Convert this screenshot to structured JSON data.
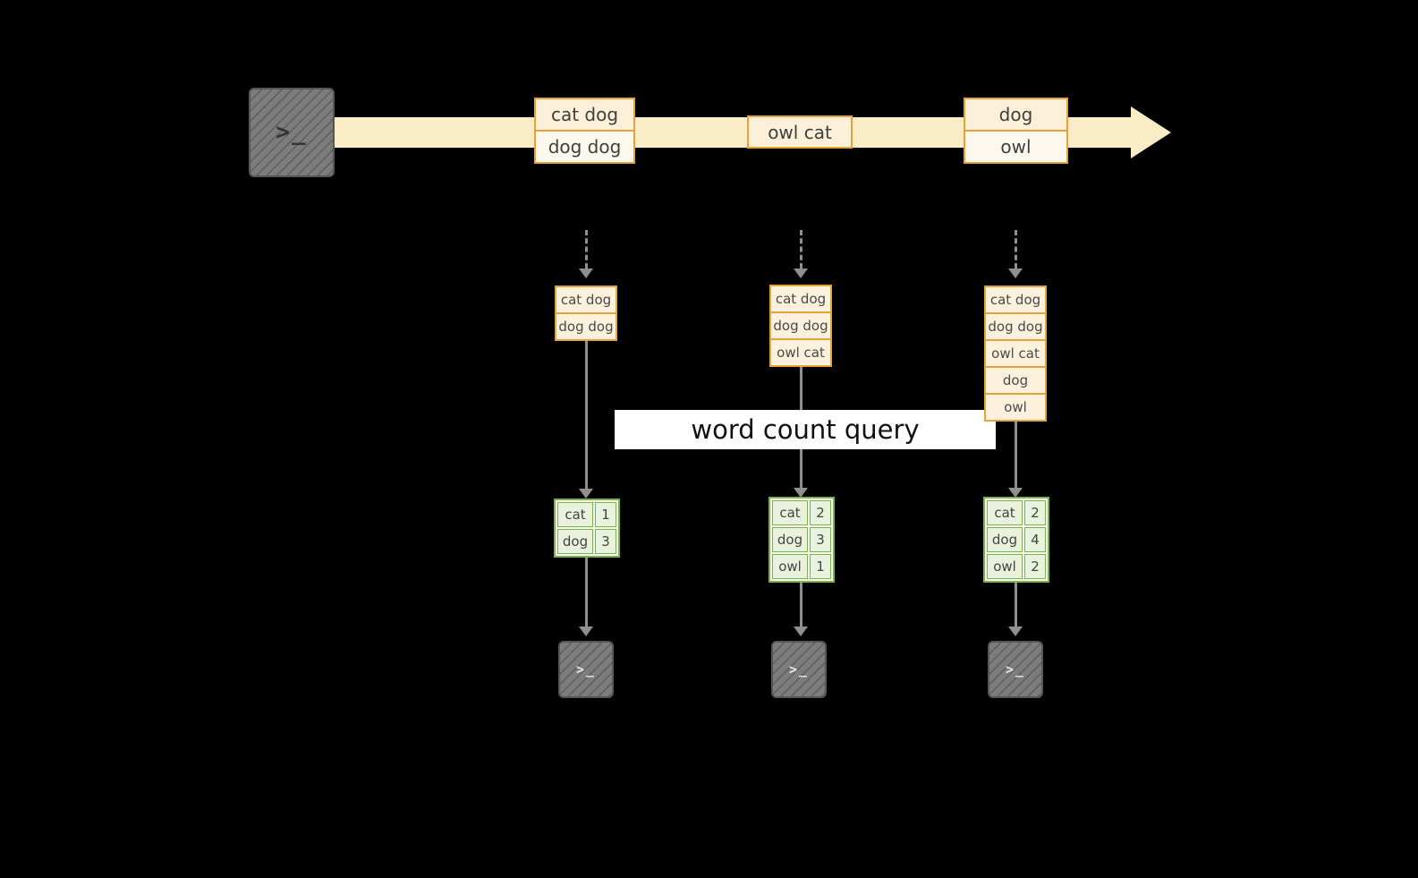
{
  "diagram": {
    "banner_label": "word count query",
    "prompt_glyph": ">_"
  },
  "stream_batches": [
    {
      "rows": [
        "cat dog",
        "dog dog"
      ]
    },
    {
      "rows": [
        "owl cat"
      ]
    },
    {
      "rows": [
        "dog",
        "owl"
      ]
    }
  ],
  "micro_batches": [
    {
      "rows": [
        "cat dog",
        "dog dog"
      ]
    },
    {
      "rows": [
        "cat dog",
        "dog dog",
        "owl cat"
      ]
    },
    {
      "rows": [
        "cat dog",
        "dog dog",
        "owl cat",
        "dog",
        "owl"
      ]
    }
  ],
  "word_counts": [
    {
      "rows": [
        {
          "word": "cat",
          "count": "1"
        },
        {
          "word": "dog",
          "count": "3"
        }
      ]
    },
    {
      "rows": [
        {
          "word": "cat",
          "count": "2"
        },
        {
          "word": "dog",
          "count": "3"
        },
        {
          "word": "owl",
          "count": "1"
        }
      ]
    },
    {
      "rows": [
        {
          "word": "cat",
          "count": "2"
        },
        {
          "word": "dog",
          "count": "4"
        },
        {
          "word": "owl",
          "count": "2"
        }
      ]
    }
  ],
  "colors": {
    "background": "#000000",
    "stream_band": "#FAEDC6",
    "batch_border": "#E5A33C",
    "batch_fill": "#FCF0D8",
    "table_border": "#79B544",
    "table_fill": "#E9F2DD",
    "arrow": "#8F8F8F",
    "terminal_fill": "#7C7C7C",
    "banner_bg": "#FFFFFF"
  }
}
